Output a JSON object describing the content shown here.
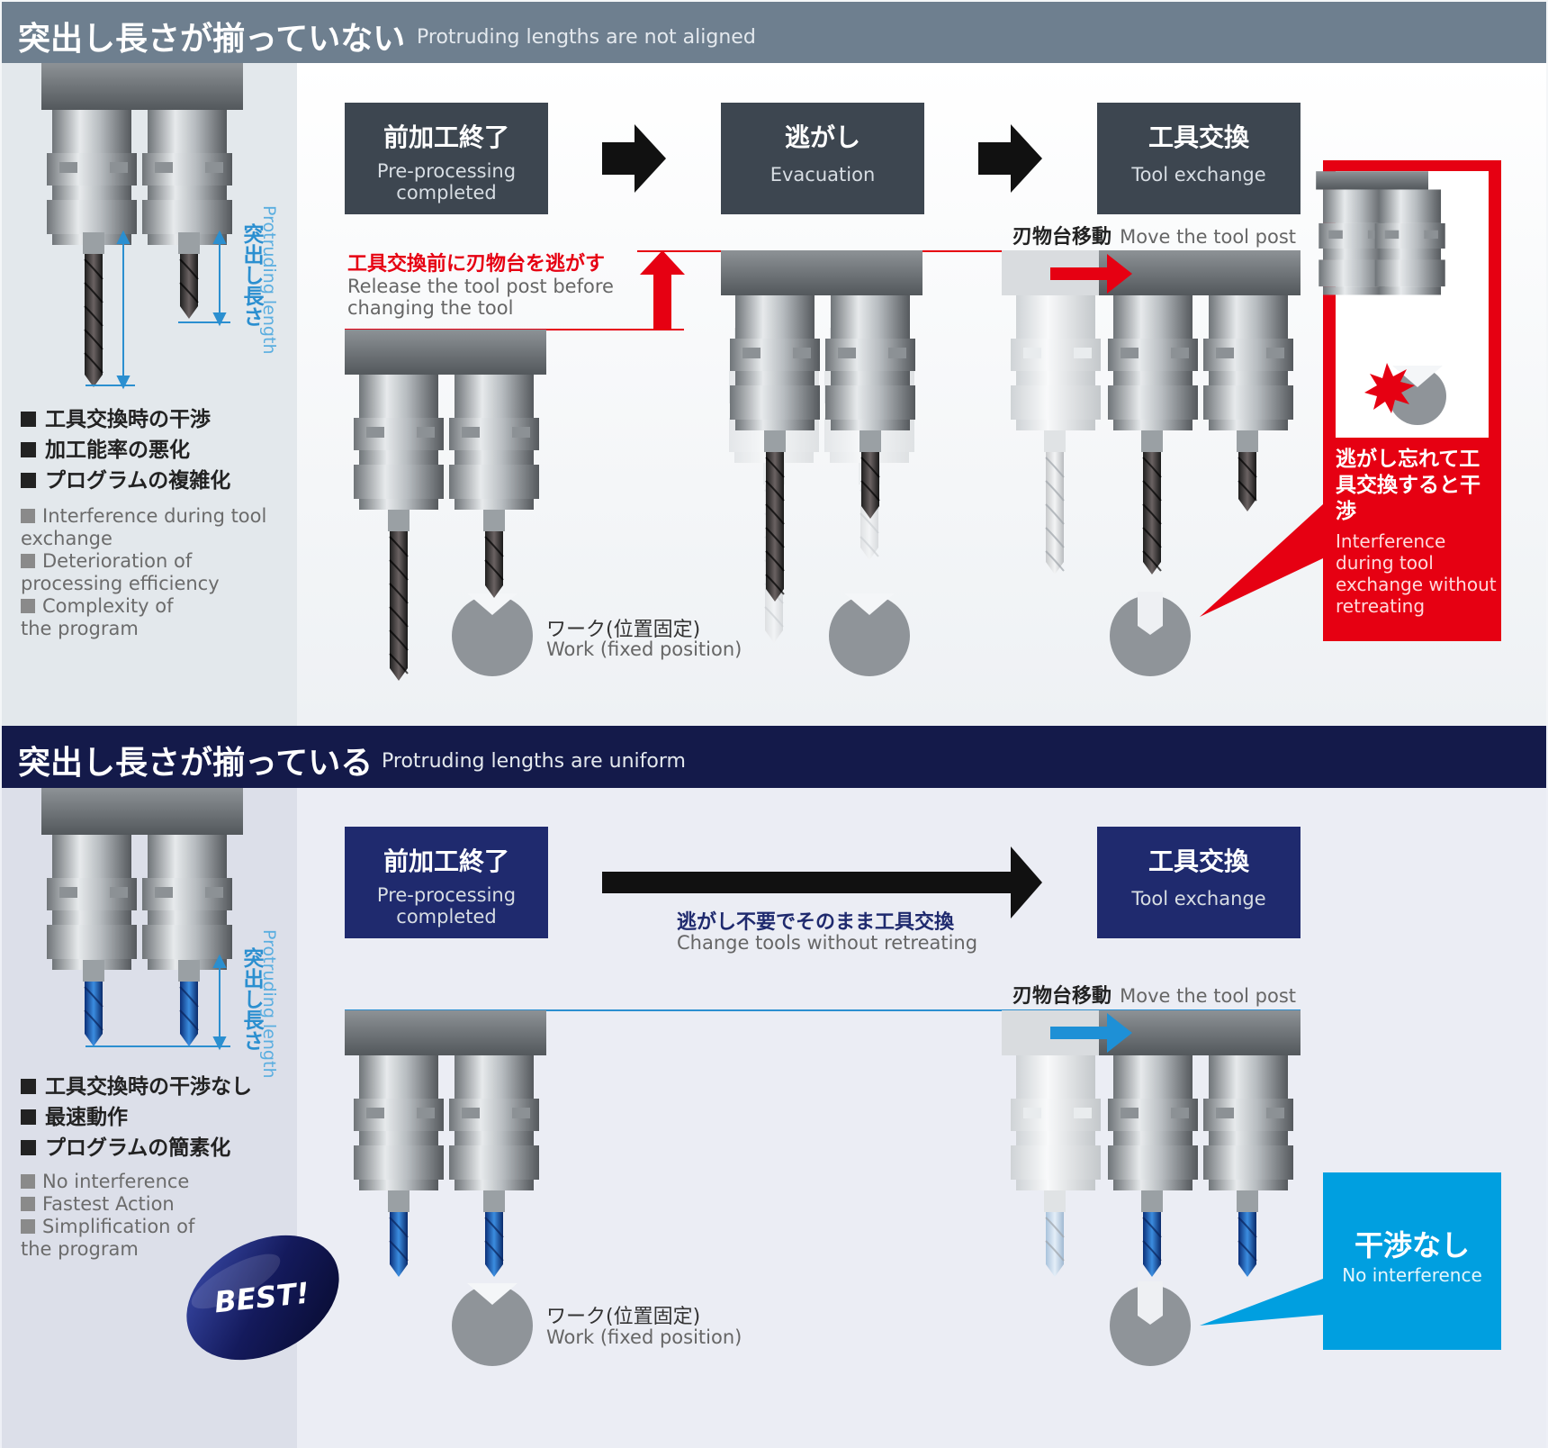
{
  "top": {
    "header_jp": "突出し長さが揃っていない",
    "header_en": "Protruding lengths are not aligned",
    "protrude_jp": "突出し長さ",
    "protrude_en": "Protruding length",
    "bullets_jp": [
      "工具交換時の干渉",
      "加工能率の悪化",
      "プログラムの複雑化"
    ],
    "bullets_en": [
      "Interference during tool exchange",
      "Deterioration of processing efficiency",
      "Complexity of the program"
    ],
    "steps": [
      {
        "jp": "前加工終了",
        "en": "Pre-processing completed"
      },
      {
        "jp": "逃がし",
        "en": "Evacuation"
      },
      {
        "jp": "工具交換",
        "en": "Tool exchange"
      }
    ],
    "release_jp": "工具交換前に刃物台を逃がす",
    "release_en": "Release the tool post before changing the tool",
    "move_jp": "刃物台移動",
    "move_en": "Move the tool post",
    "work_jp": "ワーク(位置固定)",
    "work_en": "Work (fixed position)",
    "warning_jp": "逃がし忘れて工具交換すると干渉",
    "warning_en": "Interference during tool exchange without retreating"
  },
  "bottom": {
    "header_jp": "突出し長さが揃っている",
    "header_en": "Protruding lengths are uniform",
    "protrude_jp": "突出し長さ",
    "protrude_en": "Protruding length",
    "bullets_jp": [
      "工具交換時の干渉なし",
      "最速動作",
      "プログラムの簡素化"
    ],
    "bullets_en": [
      "No interference",
      "Fastest Action",
      "Simplification of the program"
    ],
    "steps": [
      {
        "jp": "前加工終了",
        "en": "Pre-processing completed"
      },
      {
        "jp": "工具交換",
        "en": "Tool exchange"
      }
    ],
    "change_jp": "逃がし不要でそのまま工具交換",
    "change_en": "Change tools without retreating",
    "move_jp": "刃物台移動",
    "move_en": "Move the tool post",
    "work_jp": "ワーク(位置固定)",
    "work_en": "Work (fixed position)",
    "result_jp": "干渉なし",
    "result_en": "No interference",
    "badge": "BEST!"
  },
  "colors": {
    "top_header": "#6e7f8f",
    "bottom_header": "#141a4a",
    "box_dark": "#3d4650",
    "box_navy": "#1f2a6e",
    "warning_red": "#e60012",
    "result_blue": "#009fe0",
    "drill_blue": "#1a5fb4"
  }
}
